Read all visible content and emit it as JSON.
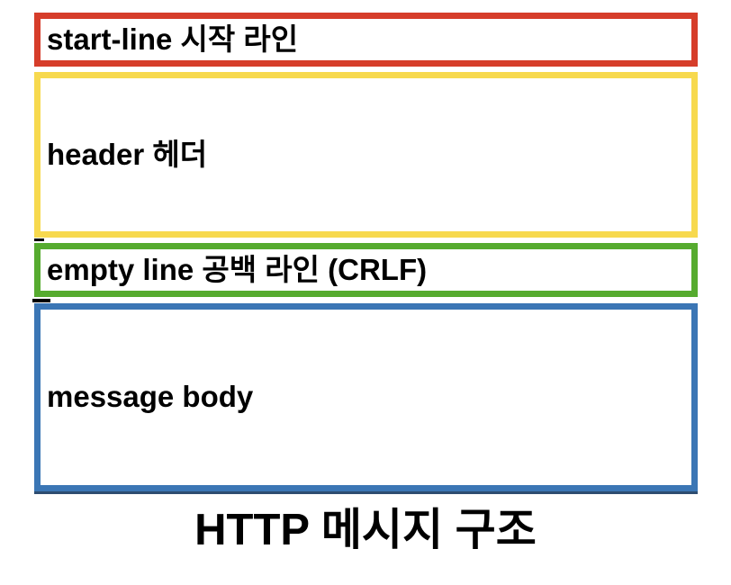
{
  "diagram": {
    "title": "HTTP 메시지 구조",
    "boxes": [
      {
        "id": "start-line",
        "label": "start-line 시작 라인",
        "border_color": "#d63d2a"
      },
      {
        "id": "header",
        "label": "header 헤더",
        "border_color": "#f7d94e"
      },
      {
        "id": "empty-line",
        "label": "empty line 공백 라인 (CRLF)",
        "border_color": "#56ab2f"
      },
      {
        "id": "message-body",
        "label": "message body",
        "border_color": "#3b76b5",
        "shadow_color": "#2e4d70"
      }
    ],
    "colors": {
      "red": "#d63d2a",
      "yellow": "#f7d94e",
      "green": "#56ab2f",
      "blue": "#3b76b5",
      "blue_shadow": "#2e4d70",
      "text": "#000000",
      "background": "#ffffff"
    }
  }
}
